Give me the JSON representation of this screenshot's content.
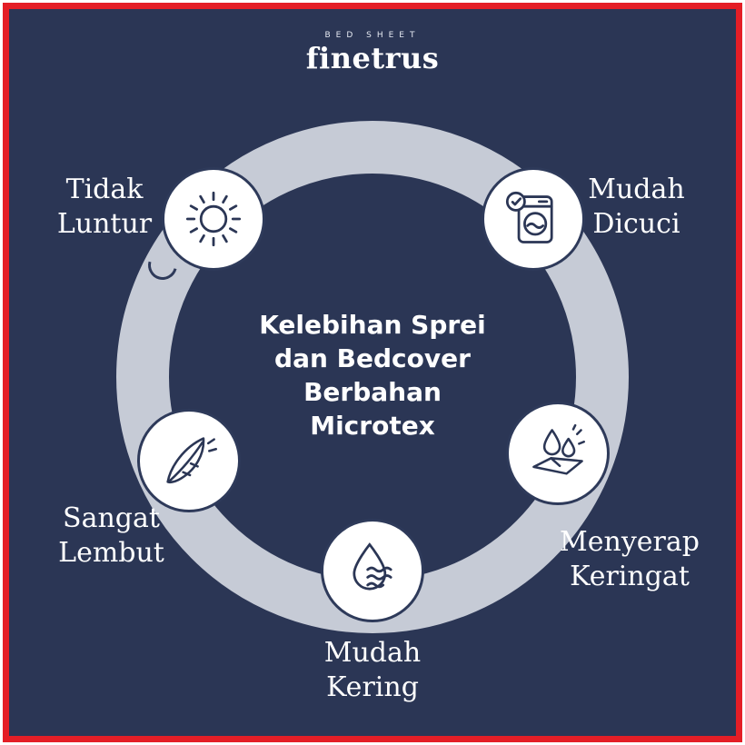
{
  "colors": {
    "background": "#2b3655",
    "ring": "#c6cbd6",
    "node_bg": "#ffffff",
    "node_border": "#2e3a5a",
    "icon": "#2b3655",
    "text": "#ffffff",
    "accent_red": "#e41e26",
    "frame_white": "#ffffff"
  },
  "brand": {
    "tagline": "BED SHEET",
    "name": "finetrus"
  },
  "center_title": {
    "lines": [
      "Kelebihan Sprei",
      "dan Bedcover",
      "Berbahan",
      "Microtex"
    ]
  },
  "items": [
    {
      "id": "tidak-luntur",
      "label_lines": [
        "Tidak",
        "Luntur"
      ],
      "icon": "sun-icon"
    },
    {
      "id": "mudah-dicuci",
      "label_lines": [
        "Mudah",
        "Dicuci"
      ],
      "icon": "washing-machine-icon"
    },
    {
      "id": "menyerap-keringat",
      "label_lines": [
        "Menyerap",
        "Keringat"
      ],
      "icon": "sweat-droplets-icon"
    },
    {
      "id": "mudah-kering",
      "label_lines": [
        "Mudah",
        "Kering"
      ],
      "icon": "water-drop-icon"
    },
    {
      "id": "sangat-lembut",
      "label_lines": [
        "Sangat",
        "Lembut"
      ],
      "icon": "feather-icon"
    }
  ]
}
